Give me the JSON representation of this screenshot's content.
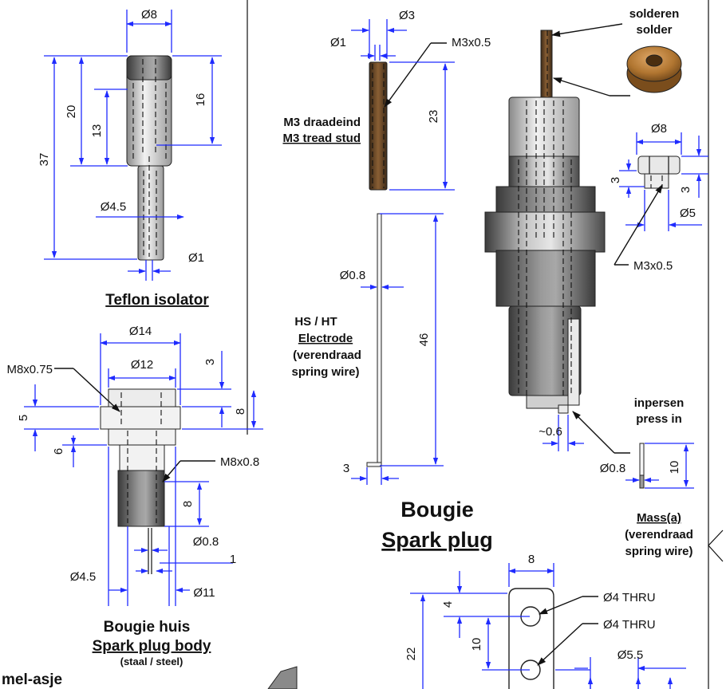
{
  "teflon": {
    "dim_d8": "Ø8",
    "dim_37": "37",
    "dim_20": "20",
    "dim_13": "13",
    "dim_16": "16",
    "dim_d45": "Ø4.5",
    "dim_d1": "Ø1",
    "title": "Teflon isolator"
  },
  "stud": {
    "dim_d3": "Ø3",
    "dim_d1": "Ø1",
    "thread": "M3x0.5",
    "dim_23": "23",
    "label_nl": "M3 draadeind",
    "label_en": "M3 tread stud"
  },
  "electrode": {
    "dim_d08": "Ø0.8",
    "dim_46": "46",
    "dim_3": "3",
    "label_1": "HS / HT",
    "label_2": "Electrode",
    "label_3": "(verendraad",
    "label_4": "spring wire)"
  },
  "plug": {
    "solder_nl": "solderen",
    "solder_en": "solder",
    "dim_06": "~0.6",
    "title_1": "Bougie",
    "title_2": "Spark plug"
  },
  "nut": {
    "dim_d8": "Ø8",
    "dim_3a": "3",
    "dim_3b": "3",
    "dim_d5": "Ø5",
    "thread": "M3x0.5"
  },
  "mass": {
    "press_nl": "inpersen",
    "press_en": "press in",
    "dim_d08": "Ø0.8",
    "dim_10": "10",
    "label_1": "Mass(a)",
    "label_2": "(verendraad",
    "label_3": "spring wire)"
  },
  "body": {
    "dim_d14": "Ø14",
    "dim_d12": "Ø12",
    "thread_top": "M8x0.75",
    "dim_3": "3",
    "dim_8a": "8",
    "dim_5": "5",
    "dim_6": "6",
    "thread_bot": "M8x0.8",
    "dim_8b": "8",
    "dim_d08": "Ø0.8",
    "dim_1": "1",
    "dim_d45": "Ø4.5",
    "dim_d11": "Ø11",
    "title_1": "Bougie huis",
    "title_2": "Spark plug body",
    "title_3": "(staal / steel)"
  },
  "bracket": {
    "dim_8": "8",
    "dim_4": "4",
    "hole_1": "Ø4 THRU",
    "hole_2": "Ø4 THRU",
    "dim_10": "10",
    "dim_22": "22",
    "dim_d55": "Ø5.5"
  },
  "corner": {
    "label": "mel-asje"
  }
}
